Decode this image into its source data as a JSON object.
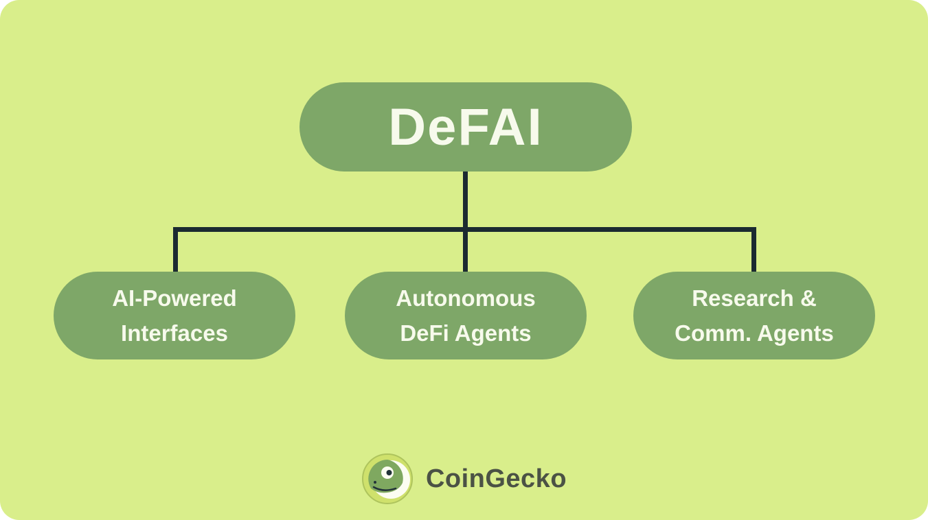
{
  "diagram": {
    "root": {
      "label": "DeFAI"
    },
    "children": [
      {
        "lines": [
          "AI-Powered",
          "Interfaces"
        ]
      },
      {
        "lines": [
          "Autonomous",
          "DeFi Agents"
        ]
      },
      {
        "lines": [
          "Research &",
          "Comm. Agents"
        ]
      }
    ]
  },
  "footer": {
    "brand": "CoinGecko",
    "logo_icon": "gecko-icon"
  },
  "colors": {
    "background": "#d9ee8b",
    "node_fill": "#7ea768",
    "node_text": "#f7faec",
    "connector": "#1b2a31",
    "brand_text": "#4b5245",
    "logo_ring": "#cfe16c",
    "logo_body": "#fcfdf2",
    "logo_green": "#7fa860"
  }
}
